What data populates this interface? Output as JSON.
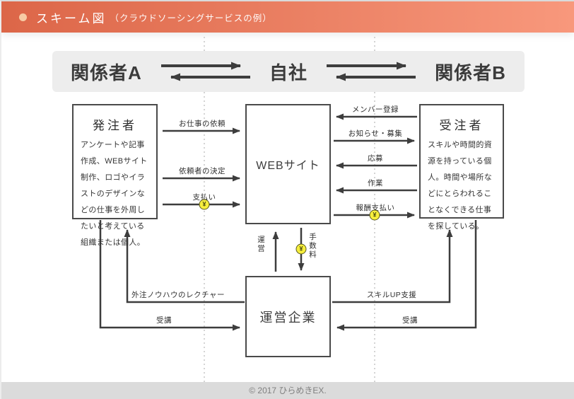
{
  "header": {
    "title": "スキーム図",
    "subtitle": "（クラウドソーシングサービスの例）"
  },
  "banner": {
    "left": "関係者A",
    "center": "自社",
    "right": "関係者B"
  },
  "boxes": {
    "orderer": {
      "title": "発注者",
      "body": "アンケートや記事作成、WEBサイト制作、ロゴやイラストのデザインなどの仕事を外周したいと考えている組織または個人。"
    },
    "website": {
      "title": "WEBサイト"
    },
    "contractor": {
      "title": "受注者",
      "body": "スキルや時間的資源を持っている個人。時間や場所などにとらわれることなくできる仕事を探している。"
    },
    "operator": {
      "title": "運営企業"
    }
  },
  "flows": {
    "orderer_to_website": [
      {
        "label": "お仕事の依頼",
        "direction": "right",
        "coin": false
      },
      {
        "label": "依頼者の決定",
        "direction": "right",
        "coin": false
      },
      {
        "label": "支払い",
        "direction": "right",
        "coin": true
      }
    ],
    "website_contractor": [
      {
        "label": "メンバー登録",
        "direction": "left",
        "coin": false
      },
      {
        "label": "お知らせ・募集",
        "direction": "right",
        "coin": false
      },
      {
        "label": "応募",
        "direction": "left",
        "coin": false
      },
      {
        "label": "作業",
        "direction": "left",
        "coin": false
      },
      {
        "label": "報酬支払い",
        "direction": "right",
        "coin": true
      }
    ],
    "website_operator": {
      "up": {
        "label": "運営",
        "direction": "up",
        "coin": false
      },
      "down": {
        "label": "手数料",
        "direction": "down",
        "coin": true
      }
    },
    "operator_orderer": {
      "lecture": {
        "label": "外注ノウハウのレクチャー",
        "direction": "to-orderer"
      },
      "attend": {
        "label": "受講",
        "direction": "to-operator"
      }
    },
    "operator_contractor": {
      "support": {
        "label": "スキルUP支援",
        "direction": "to-contractor"
      },
      "attend": {
        "label": "受講",
        "direction": "to-operator"
      }
    }
  },
  "coin": {
    "symbol": "¥"
  },
  "footer": {
    "copyright": "© 2017 ひらめきEX."
  },
  "colors": {
    "header_gradient_left": "#dc6648",
    "header_gradient_right": "#f8987c",
    "banner_bg": "#ededed",
    "arrow": "#3d3d3d",
    "coin_fill": "#f6ee3d",
    "footer_bg": "#dbdbdb"
  }
}
